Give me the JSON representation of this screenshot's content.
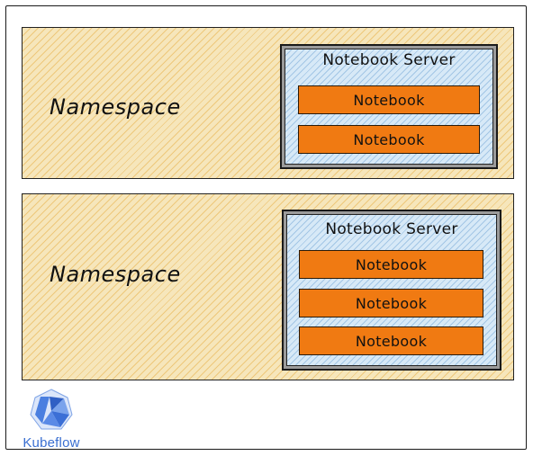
{
  "diagram": {
    "namespaces": [
      {
        "label": "Namespace",
        "server": {
          "title": "Notebook Server",
          "notebooks": [
            "Notebook",
            "Notebook"
          ]
        }
      },
      {
        "label": "Namespace",
        "server": {
          "title": "Notebook Server",
          "notebooks": [
            "Notebook",
            "Notebook",
            "Notebook"
          ]
        }
      }
    ]
  },
  "logo": {
    "icon": "kubeflow-logo-icon",
    "text": "Kubeflow"
  },
  "colors": {
    "namespace_fill": "#f6e6bb",
    "server_fill": "#d7e9f7",
    "notebook_fill": "#f07a12",
    "logo_text": "#3a6fd1"
  }
}
